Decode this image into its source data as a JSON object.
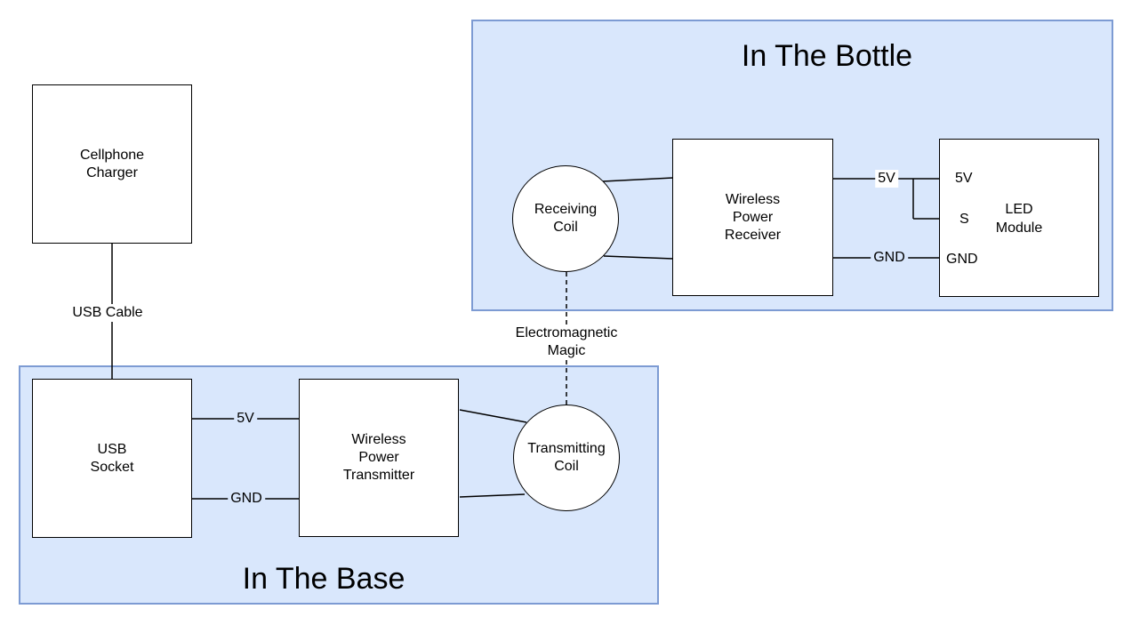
{
  "diagram": {
    "colors": {
      "region_fill": "#d9e7fc",
      "region_border": "#7d9bd3",
      "shape_fill": "#ffffff",
      "shape_border": "#000000",
      "text": "#000000"
    },
    "regions": {
      "bottle": {
        "title": "In The Bottle"
      },
      "base": {
        "title": "In The Base"
      }
    },
    "nodes": {
      "cellphone_charger": {
        "label": "Cellphone\nCharger"
      },
      "usb_socket": {
        "label": "USB\nSocket"
      },
      "wireless_power_transmitter": {
        "label": "Wireless\nPower\nTransmitter"
      },
      "transmitting_coil": {
        "label": "Transmitting\nCoil"
      },
      "receiving_coil": {
        "label": "Receiving\nCoil"
      },
      "wireless_power_receiver": {
        "label": "Wireless\nPower\nReceiver"
      },
      "led_module": {
        "label": "LED\nModule",
        "pins": {
          "p5v": "5V",
          "s": "S",
          "gnd": "GND"
        }
      }
    },
    "wire_labels": {
      "usb_cable": "USB Cable",
      "base_5v": "5V",
      "base_gnd": "GND",
      "electromagnetic_magic": "Electromagnetic\nMagic",
      "bottle_5v": "5V",
      "bottle_gnd": "GND"
    }
  }
}
